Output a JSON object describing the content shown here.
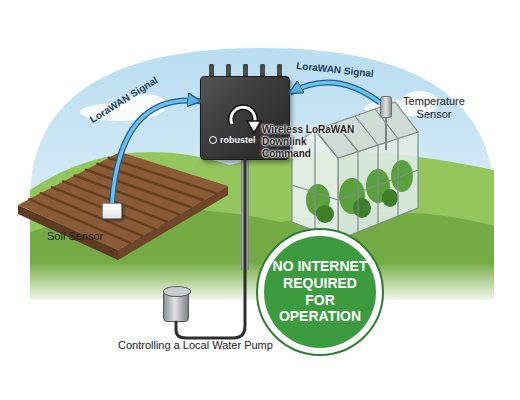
{
  "diagram": {
    "nodes": [
      {
        "text": [
          "robustel"
        ]
      },
      {
        "text": [
          "Soil Sensor"
        ]
      },
      {
        "text": [
          "Temperature Sensor"
        ]
      },
      {
        "text": [
          "Controlling a Local Water Pump"
        ]
      },
      {
        "text": [
          "NO INTERNET REQUIRED FOR OPERATION"
        ]
      }
    ],
    "edges": [
      {
        "from": 1,
        "to": 0,
        "arrow": "to",
        "label": "LoraWAN Signal"
      },
      {
        "from": 2,
        "to": 0,
        "arrow": "to",
        "label": "LoraWAN Signal"
      },
      {
        "from": 0,
        "to": 3,
        "arrow": "none"
      }
    ],
    "labels": [
      "Wireless LoRaWAN Downlink Command"
    ]
  }
}
